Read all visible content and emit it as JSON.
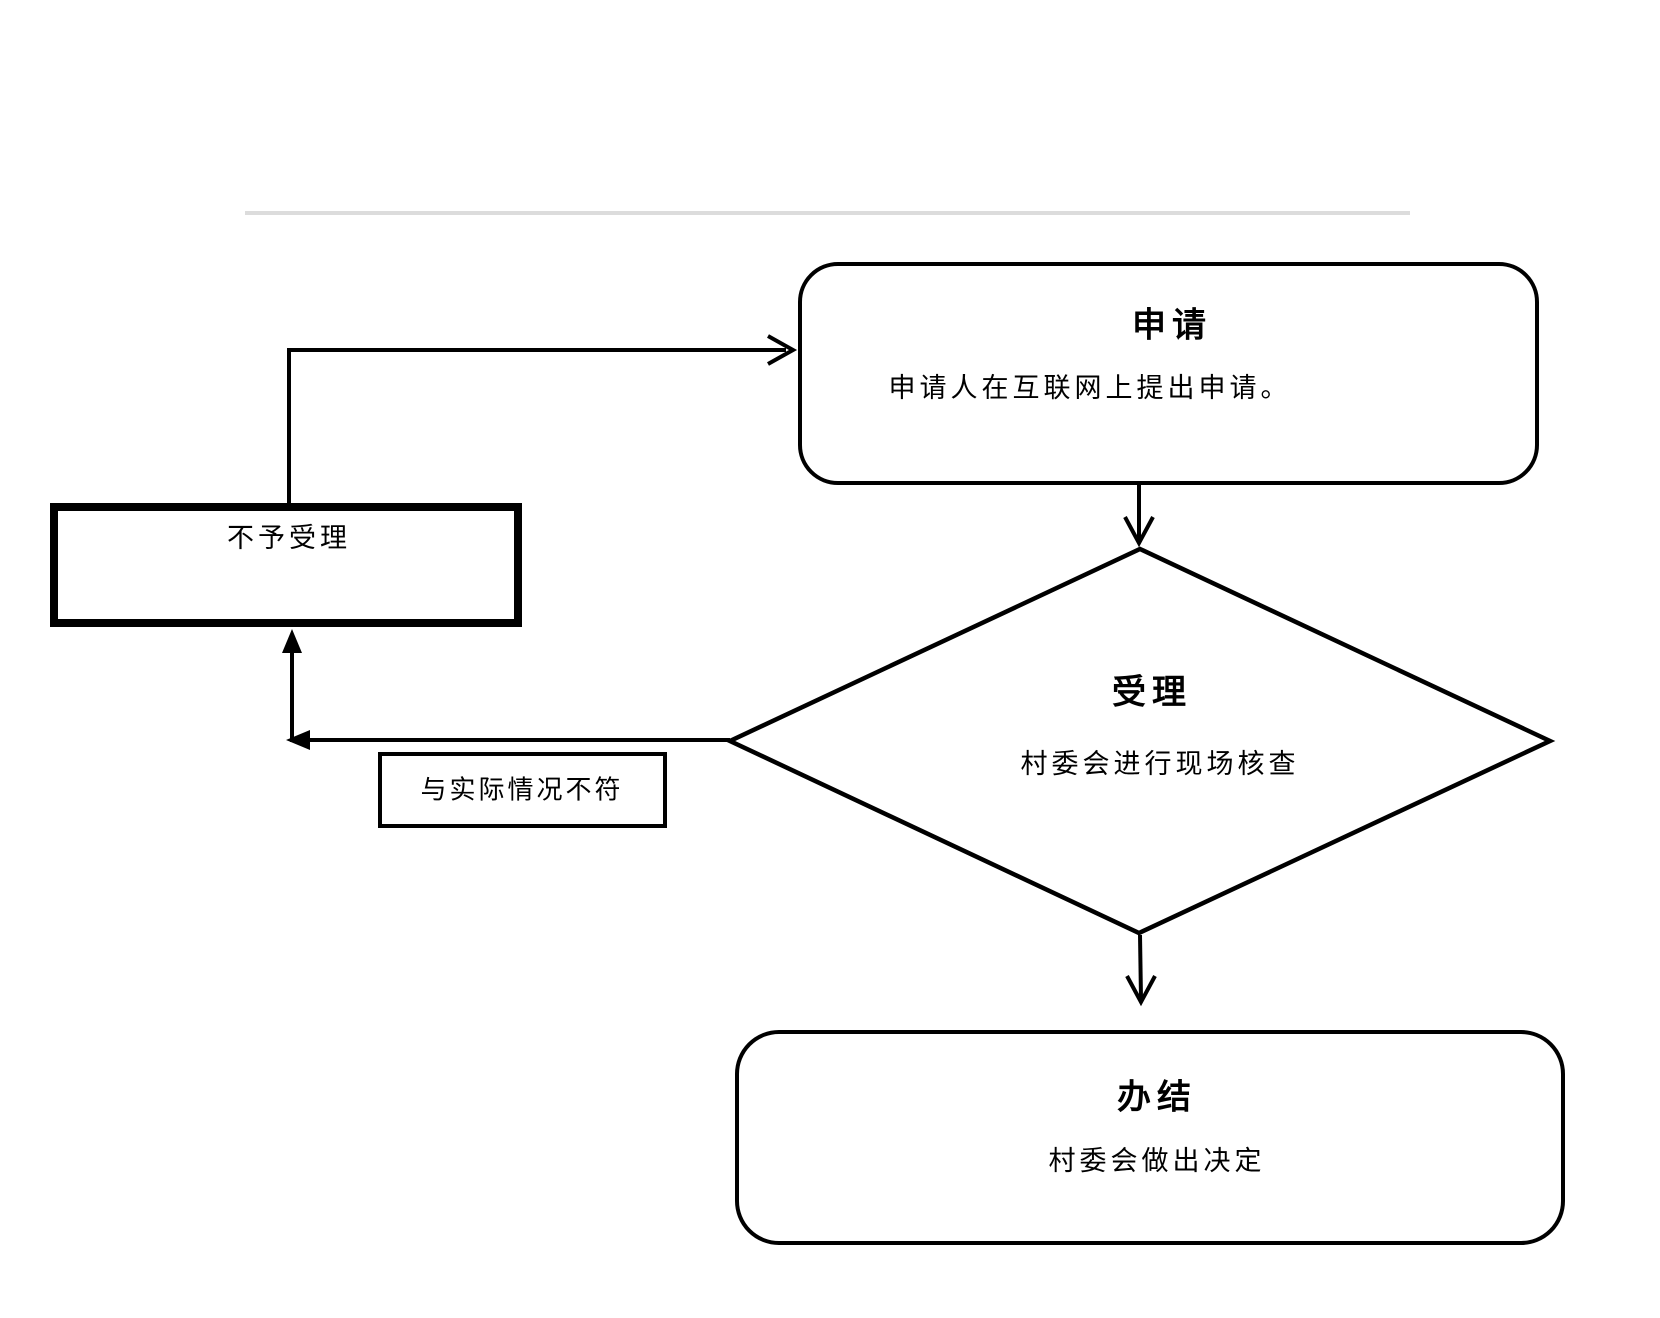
{
  "page": {
    "background": "#ffffff",
    "divider_color": "#dcdcdc",
    "line_color": "#000000"
  },
  "nodes": {
    "apply": {
      "title": "申请",
      "desc": "申请人在互联网上提出申请。"
    },
    "accept": {
      "title": "受理",
      "desc": "村委会进行现场核查"
    },
    "complete": {
      "title": "办结",
      "desc": "村委会做出决定"
    },
    "reject": {
      "label": "不予受理"
    },
    "condition": {
      "label": "与实际情况不符"
    }
  }
}
